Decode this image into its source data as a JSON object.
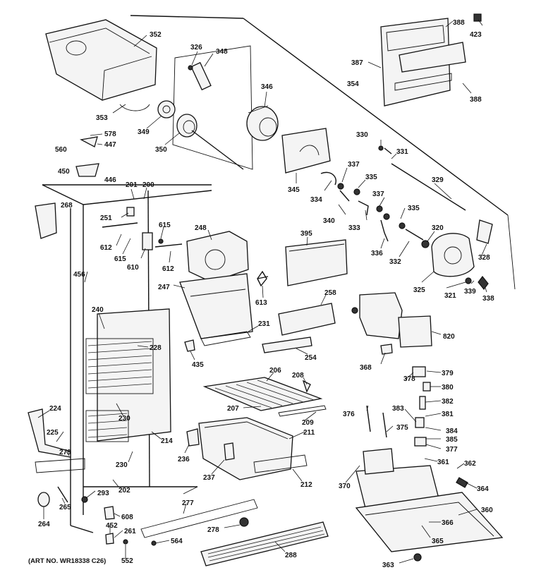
{
  "art_note": "(ART NO. WR18338 C26)",
  "labels": {
    "l352": "352",
    "l326": "326",
    "l348": "348",
    "l388a": "388",
    "l423": "423",
    "l387": "387",
    "l388b": "388",
    "l354": "354",
    "l346": "346",
    "l353": "353",
    "l349": "349",
    "l350": "350",
    "l578": "578",
    "l447": "447",
    "l560": "560",
    "l450": "450",
    "l446": "446",
    "l330": "330",
    "l331": "331",
    "l337a": "337",
    "l335a": "335",
    "l345": "345",
    "l334": "334",
    "l329": "329",
    "l201": "201",
    "l200": "200",
    "l268": "268",
    "l251": "251",
    "l615a": "615",
    "l248": "248",
    "l340": "340",
    "l333": "333",
    "l337b": "337",
    "l335b": "335",
    "l612a": "612",
    "l615b": "615",
    "l610": "610",
    "l612b": "612",
    "l395": "395",
    "l320": "320",
    "l336": "336",
    "l332": "332",
    "l328": "328",
    "l456": "456",
    "l247": "247",
    "l613": "613",
    "l325": "325",
    "l321": "321",
    "l339": "339",
    "l338": "338",
    "l258": "258",
    "l240": "240",
    "l231": "231",
    "l820": "820",
    "l228": "228",
    "l435": "435",
    "l254": "254",
    "l368": "368",
    "l206": "206",
    "l208": "208",
    "l378": "378",
    "l379": "379",
    "l380": "380",
    "l224": "224",
    "l230a": "230",
    "l207": "207",
    "l382": "382",
    "l376": "376",
    "l383": "383",
    "l381": "381",
    "l209": "209",
    "l375": "375",
    "l225": "225",
    "l214": "214",
    "l211": "211",
    "l384": "384",
    "l385": "385",
    "l279": "279",
    "l236": "236",
    "l377": "377",
    "l230b": "230",
    "l361": "361",
    "l362": "362",
    "l237": "237",
    "l212": "212",
    "l370": "370",
    "l202": "202",
    "l293": "293",
    "l364": "364",
    "l265": "265",
    "l277": "277",
    "l360": "360",
    "l264": "264",
    "l608": "608",
    "l278": "278",
    "l452": "452",
    "l261": "261",
    "l366": "366",
    "l564": "564",
    "l365": "365",
    "l288": "288",
    "l552": "552",
    "l363": "363"
  }
}
